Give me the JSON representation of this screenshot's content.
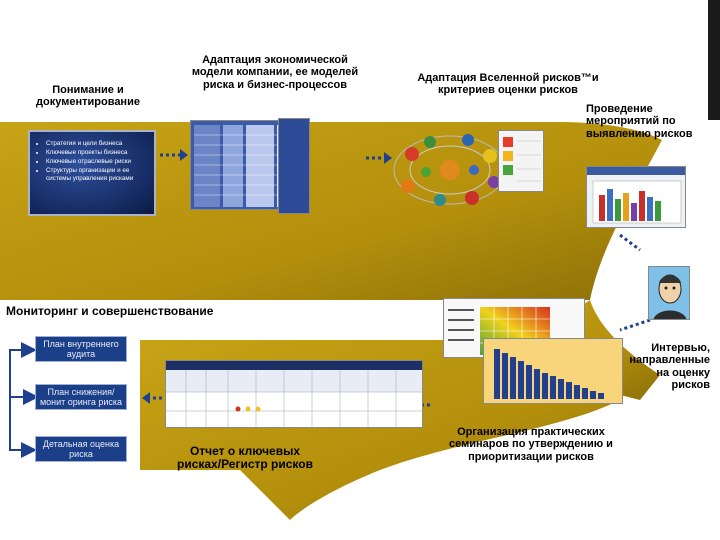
{
  "labels": {
    "understanding": "Понимание и документирование",
    "adaptation_model": "Адаптация экономической модели компании, ее моделей риска и бизнес-процессов",
    "adaptation_universe": "Адаптация Вселенной рисков™и критериев оценки рисков",
    "identification_events": "Проведение мероприятий по выявлению рисков",
    "monitoring": "Мониторинг и совершенствование",
    "interviews": "Интервью, направленные на оценку рисков",
    "seminars": "Организация практических семинаров по утверждению и приоритизации рисков",
    "report": "Отчет о ключевых рисках/Регистр рисков"
  },
  "blue_panel_items": [
    "Стратегия и цели бизнеса",
    "Ключевые проекты бизнеса",
    "Ключевые отраслевые риски",
    "Структуры организации и ее системы управления рисками"
  ],
  "steps": [
    "План внутреннего аудита",
    "План снижения/монит оринга риска",
    "Детальная оценка риска"
  ],
  "colors": {
    "ribbon": "#B8950E",
    "ribbon_dark": "#8C7008",
    "panel_blue": "#1C3F8A",
    "arrow": "#1F3F8F"
  }
}
